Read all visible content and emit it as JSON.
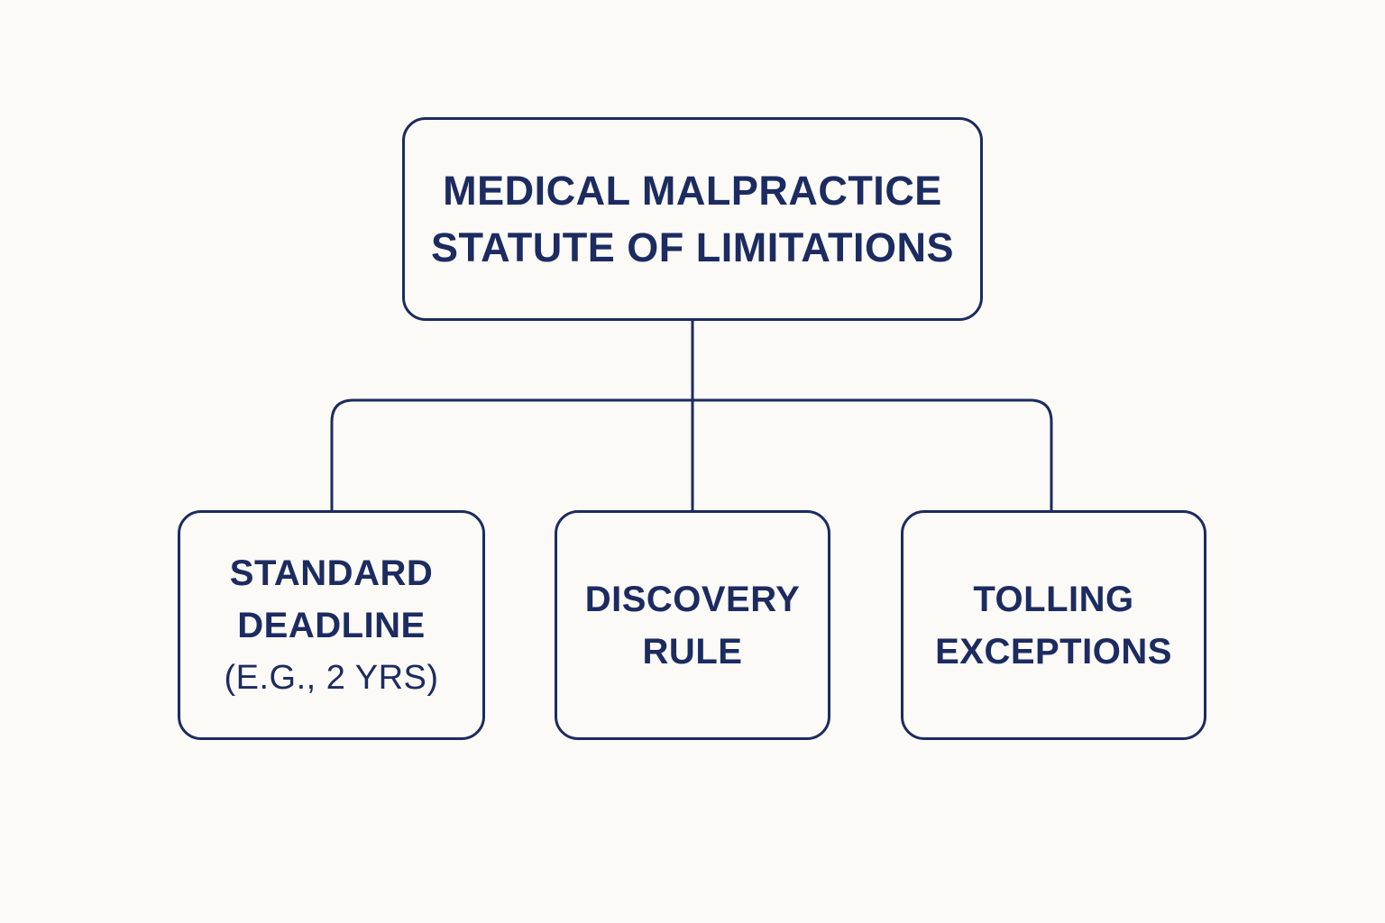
{
  "colors": {
    "background": "#fbfaf6",
    "stroke": "#1c2b60",
    "text": "#1c2b60"
  },
  "root": {
    "lines": [
      "MEDICAL MALPRACTICE",
      "STATUTE OF LIMITATIONS"
    ]
  },
  "children": [
    {
      "lines": [
        "STANDARD",
        "DEADLINE"
      ],
      "subtext": "(E.G., 2 YRS)"
    },
    {
      "lines": [
        "DISCOVERY",
        "RULE"
      ]
    },
    {
      "lines": [
        "TOLLING",
        "EXCEPTIONS"
      ]
    }
  ]
}
